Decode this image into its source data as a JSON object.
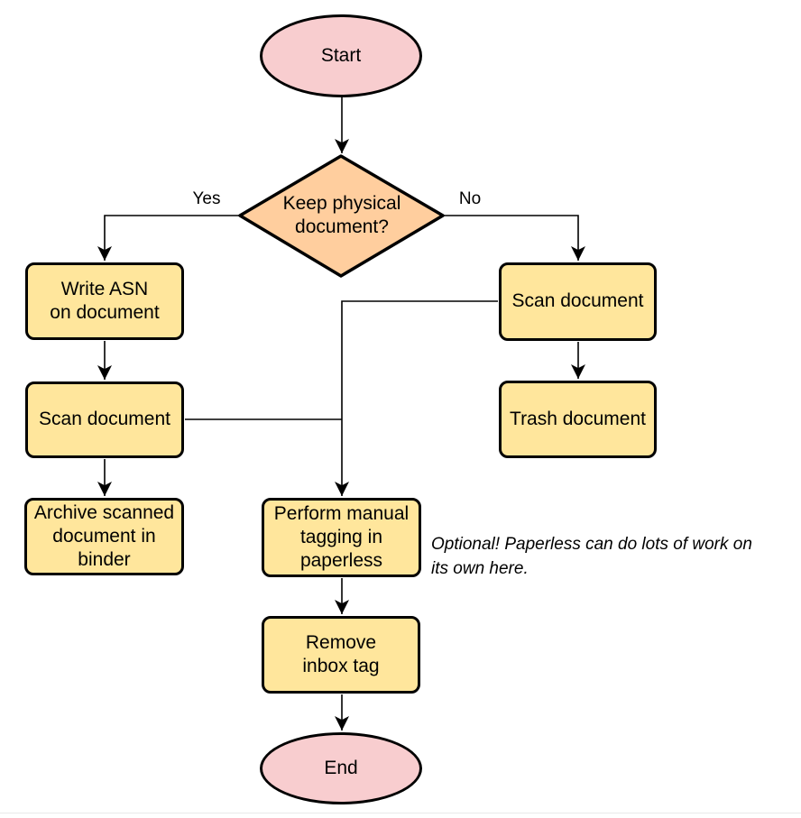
{
  "colors": {
    "background": "#ffffff",
    "terminator_fill": "#f8cdcf",
    "decision_fill": "#ffce9e",
    "process_fill": "#ffe69c",
    "stroke": "#000000",
    "text": "#000000",
    "bottom_rule": "#e9e9e9"
  },
  "nodes": {
    "start": {
      "label": "Start"
    },
    "decision": {
      "label": "Keep physical\ndocument?"
    },
    "write_asn": {
      "label": "Write ASN\non document"
    },
    "scan_left": {
      "label": "Scan document"
    },
    "archive": {
      "label": "Archive scanned\ndocument in\nbinder"
    },
    "scan_right": {
      "label": "Scan document"
    },
    "trash": {
      "label": "Trash document"
    },
    "tagging": {
      "label": "Perform manual\ntagging in\npaperless"
    },
    "remove_inbox": {
      "label": "Remove\ninbox tag"
    },
    "end": {
      "label": "End"
    }
  },
  "edge_labels": {
    "yes": "Yes",
    "no": "No"
  },
  "annotation": "Optional! Paperless can do lots of work on\nits own here."
}
